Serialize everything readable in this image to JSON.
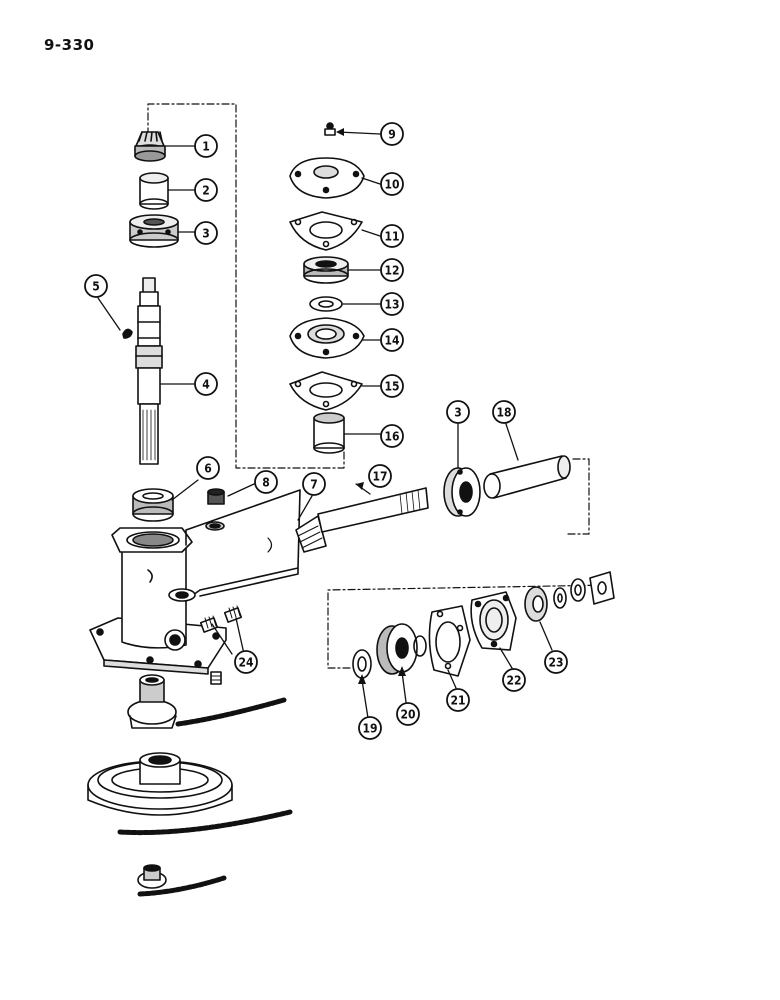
{
  "page": {
    "number": "9-330"
  },
  "callouts": [
    {
      "id": "c1",
      "label": "1"
    },
    {
      "id": "c2",
      "label": "2"
    },
    {
      "id": "c3a",
      "label": "3"
    },
    {
      "id": "c3b",
      "label": "3"
    },
    {
      "id": "c4",
      "label": "4"
    },
    {
      "id": "c5",
      "label": "5"
    },
    {
      "id": "c6",
      "label": "6"
    },
    {
      "id": "c7",
      "label": "7"
    },
    {
      "id": "c8",
      "label": "8"
    },
    {
      "id": "c9",
      "label": "9"
    },
    {
      "id": "c10",
      "label": "10"
    },
    {
      "id": "c11",
      "label": "11"
    },
    {
      "id": "c12",
      "label": "12"
    },
    {
      "id": "c13",
      "label": "13"
    },
    {
      "id": "c14",
      "label": "14"
    },
    {
      "id": "c15",
      "label": "15"
    },
    {
      "id": "c16",
      "label": "16"
    },
    {
      "id": "c17",
      "label": "17"
    },
    {
      "id": "c18",
      "label": "18"
    },
    {
      "id": "c19",
      "label": "19"
    },
    {
      "id": "c20",
      "label": "20"
    },
    {
      "id": "c21",
      "label": "21"
    },
    {
      "id": "c22",
      "label": "22"
    },
    {
      "id": "c23",
      "label": "23"
    },
    {
      "id": "c24",
      "label": "24"
    }
  ]
}
